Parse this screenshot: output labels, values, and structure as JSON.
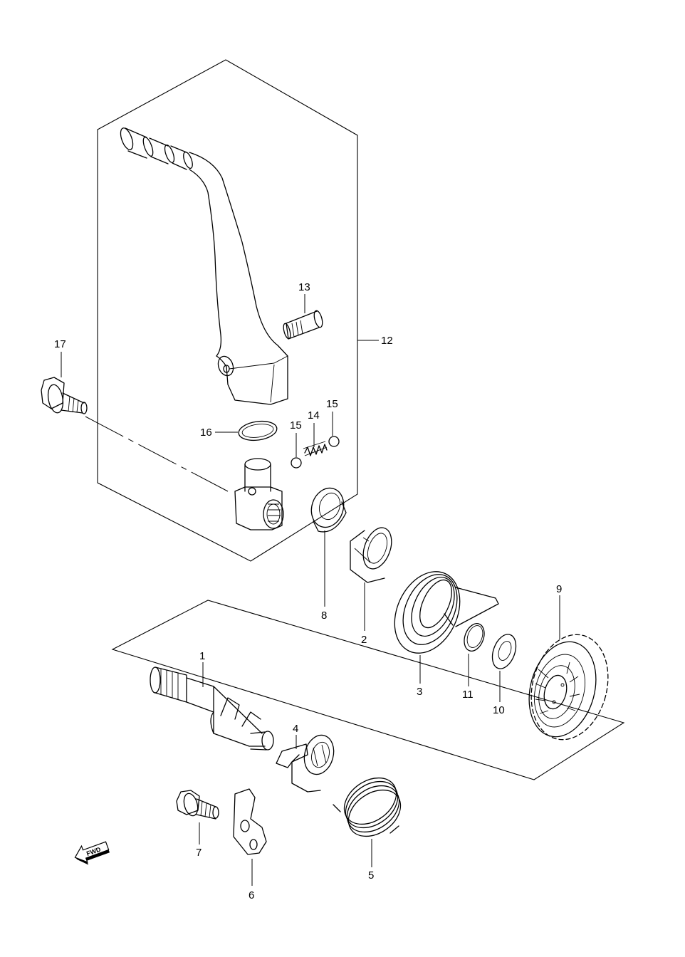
{
  "callouts": [
    {
      "id": "1",
      "label": "1"
    },
    {
      "id": "2",
      "label": "2"
    },
    {
      "id": "3",
      "label": "3"
    },
    {
      "id": "4",
      "label": "4"
    },
    {
      "id": "5",
      "label": "5"
    },
    {
      "id": "6",
      "label": "6"
    },
    {
      "id": "7",
      "label": "7"
    },
    {
      "id": "8",
      "label": "8"
    },
    {
      "id": "9",
      "label": "9"
    },
    {
      "id": "10",
      "label": "10"
    },
    {
      "id": "11",
      "label": "11"
    },
    {
      "id": "12",
      "label": "12"
    },
    {
      "id": "13",
      "label": "13"
    },
    {
      "id": "14",
      "label": "14"
    },
    {
      "id": "15a",
      "label": "15"
    },
    {
      "id": "15b",
      "label": "15"
    },
    {
      "id": "16",
      "label": "16"
    },
    {
      "id": "17",
      "label": "17"
    }
  ],
  "direction_marker": {
    "label": "FWD",
    "icon": "forward-arrow-icon"
  }
}
